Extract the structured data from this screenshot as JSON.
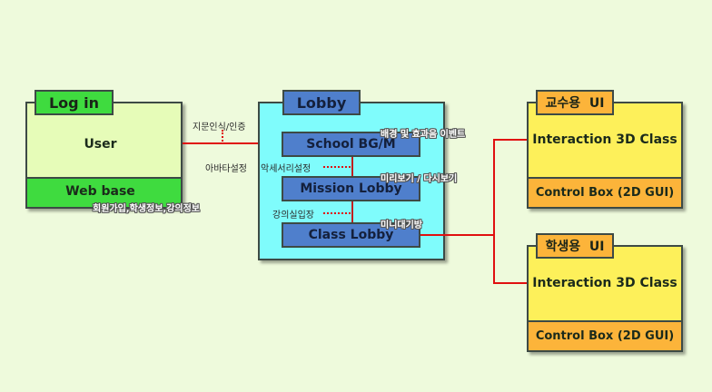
{
  "login": {
    "tab": "Log in",
    "user": "User",
    "web_base": "Web base",
    "web_base_note": "회원가입,학생정보,강의정보",
    "colors": {
      "tab": "#3fdb3f",
      "body": "#e6fcb8",
      "bottom": "#3fdb3f"
    }
  },
  "connector_notes": {
    "auth": "지문인식/인증",
    "avatar": "아바타설정"
  },
  "lobby": {
    "tab": "Lobby",
    "colors": {
      "tab": "#4f7fcc",
      "body": "#7ffcfc",
      "item": "#4f7fcc"
    },
    "items": [
      {
        "label": "School BG/M",
        "note": "배경 및 효과음 이벤트",
        "side_note": "악세서리설정"
      },
      {
        "label": "Mission Lobby",
        "note": "미리보기 / 다시보기",
        "side_note": "강의실입장"
      },
      {
        "label": "Class Lobby",
        "note": "미니대기방"
      }
    ]
  },
  "teacher_ui": {
    "tab": "교수용  UI",
    "main": "Interaction 3D Class",
    "control": "Control Box (2D GUI)",
    "colors": {
      "tab": "#fcb43a",
      "body": "#fdf05a",
      "bottom": "#fcb43a"
    }
  },
  "student_ui": {
    "tab": "학생용  UI",
    "main": "Interaction 3D Class",
    "control": "Control Box (2D GUI)",
    "colors": {
      "tab": "#fcb43a",
      "body": "#fdf05a",
      "bottom": "#fcb43a"
    }
  },
  "line_color": "#e01010"
}
